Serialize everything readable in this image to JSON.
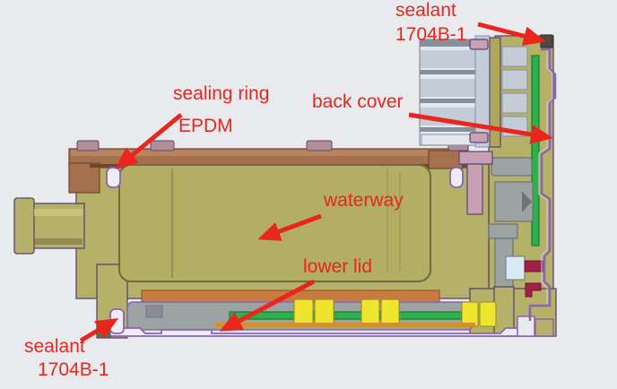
{
  "annotations": {
    "sealing_ring": {
      "line1": "sealing ring",
      "line2": "EPDM"
    },
    "sealant_top": {
      "line1": "sealant",
      "line2": "1704B-1"
    },
    "back_cover": {
      "label": "back cover"
    },
    "waterway": {
      "label": "waterway"
    },
    "lower_lid": {
      "label": "lower lid"
    },
    "sealant_bottom": {
      "line1": "sealant",
      "line2": "1704B-1"
    }
  },
  "colors": {
    "background": "#e9eaee",
    "annotation": "#e8261d",
    "olive": "#b6b168",
    "olive_deep": "#6e6a3c",
    "chamber": "#b3ae64",
    "chamber_stroke": "#6f6b3e",
    "seam": "#8e8954",
    "outline": "#5a4470",
    "brown": "#a5714d",
    "brown_dark": "#6f4630",
    "brown_light": "#b8845f",
    "mauve": "#b08d98",
    "pink": "#c7a0b4",
    "silver": "#c4cdd7",
    "silver_dark": "#86909d",
    "silver_light": "#e3e8ee",
    "khaki_plate": "#aea659",
    "green": "#2eb04c",
    "green_dark": "#157a2e",
    "gray": "#9ba3a3",
    "gray_dark": "#6d7476",
    "lavender_fill": "#f0ebf8",
    "lavender_stroke": "#8767ae",
    "lavender_inner": "#d9cdeb",
    "orange": "#c97a3e",
    "orange_dark": "#8a4e26",
    "orange_thin": "#d3912e",
    "yellow": "#efe52e",
    "yellow_dark": "#97891c",
    "lightblue": "#d8e9f6",
    "crimson": "#a12048",
    "crimson_dark": "#6e1530",
    "sealant_dark": "#4b4a40"
  }
}
